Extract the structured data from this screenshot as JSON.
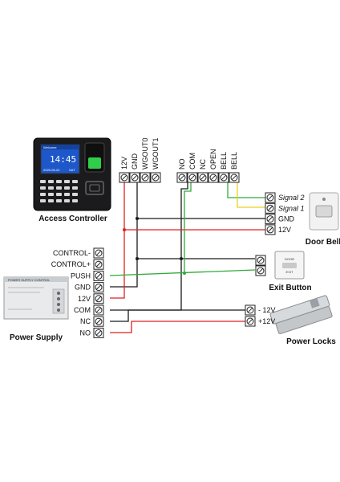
{
  "colors": {
    "black_wire": "#1a1a1a",
    "red_wire": "#e02020",
    "green_wire": "#2faa3a",
    "yellow_wire": "#e8d21e"
  },
  "access_controller": {
    "title": "Access Controller",
    "screen_header": "Welcome",
    "screen_time": "14:45",
    "screen_date": "2020-05-22",
    "screen_day": "SAT",
    "terminals_left": [
      "12V",
      "GND",
      "WGOUT0",
      "WGOUT1"
    ],
    "terminals_right": [
      "NO",
      "COM",
      "NC",
      "OPEN",
      "BELL",
      "BELL"
    ]
  },
  "power_supply": {
    "title": "Power Supply",
    "panel_header": "POWER SUPPLY CONTROL",
    "terminals": [
      "CONTROL-",
      "CONTROL+",
      "PUSH",
      "GND",
      "12V",
      "COM",
      "NC",
      "NO"
    ]
  },
  "door_bell": {
    "title": "Door Bell",
    "terminals": [
      "Signal 2",
      "Signal 1",
      "GND",
      "12V"
    ]
  },
  "exit_button": {
    "title": "Exit Button",
    "face_line1": "DOOR",
    "face_line2": "EXIT"
  },
  "power_locks": {
    "title": "Power Locks",
    "terminals": [
      "- 12V",
      "+12V"
    ]
  }
}
